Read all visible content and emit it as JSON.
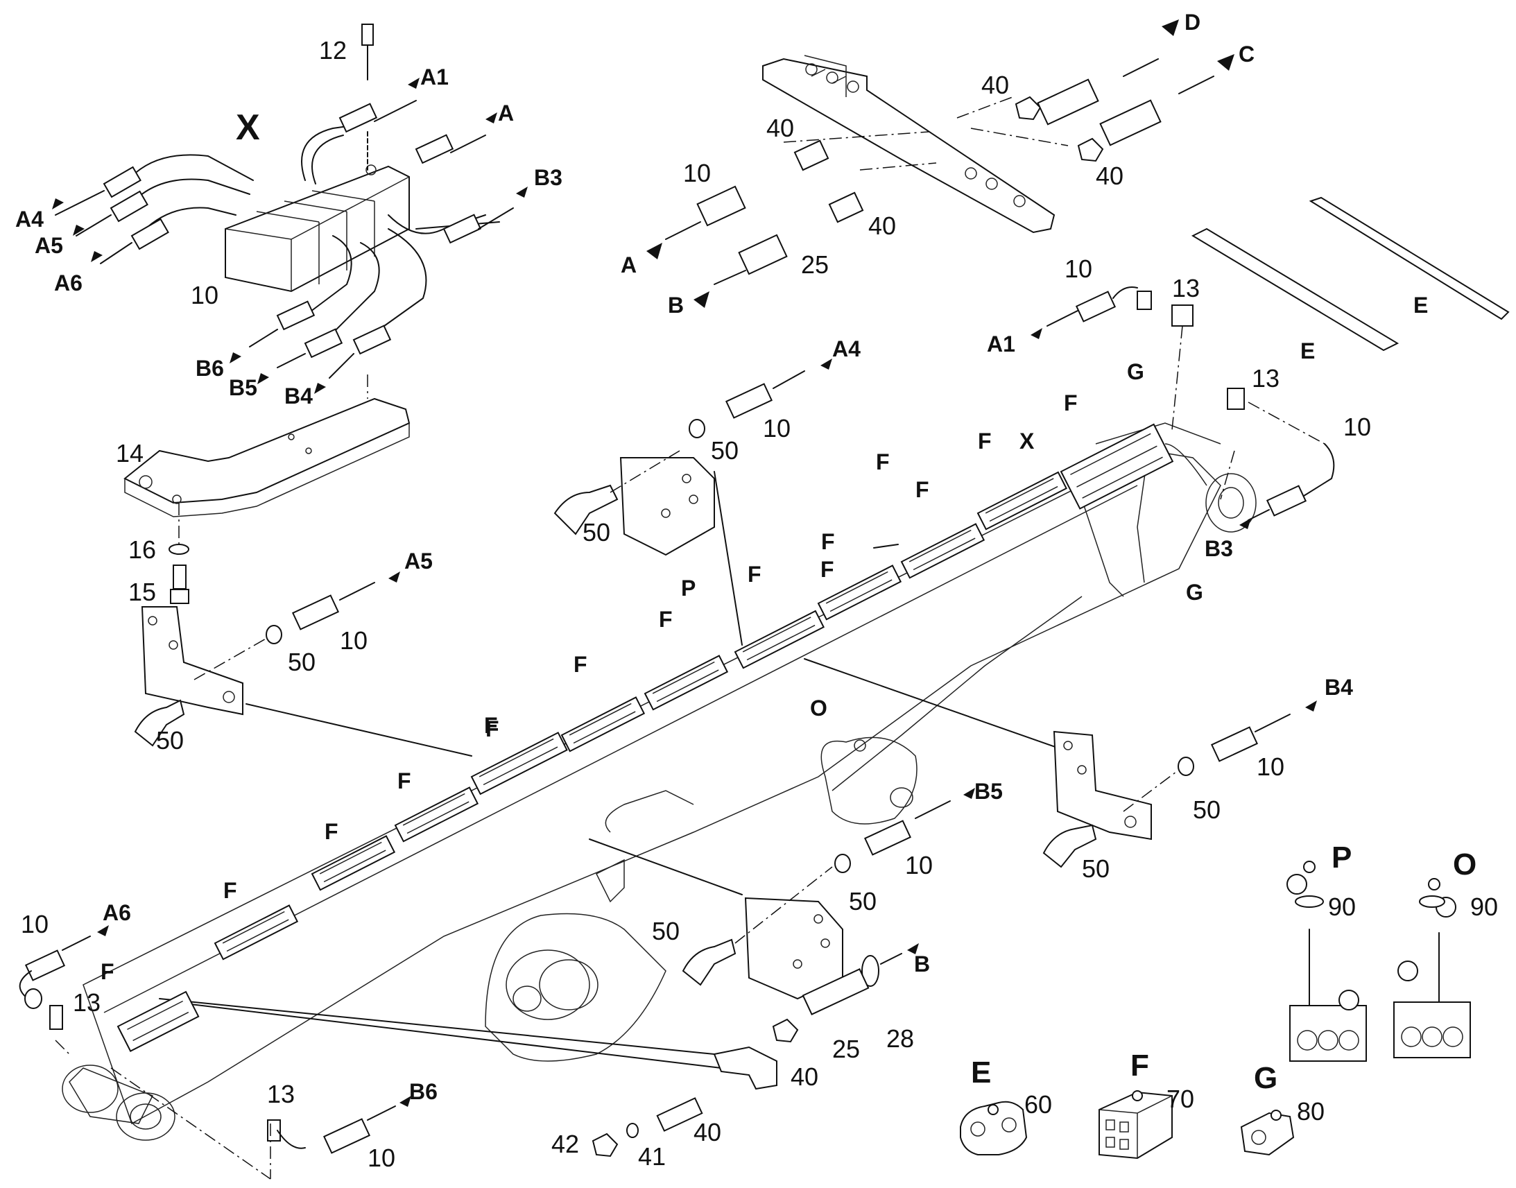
{
  "labels": {
    "X_title": "X",
    "n12": "12",
    "A1_top": "A1",
    "A_top": "A",
    "B3_top": "B3",
    "A4_left": "A4",
    "A5_left": "A5",
    "A6_left": "A6",
    "n10_block": "10",
    "B6_mid": "B6",
    "B5_mid": "B5",
    "B4_mid": "B4",
    "n14": "14",
    "n16": "16",
    "n15": "15",
    "D_arrow": "D",
    "C_arrow": "C",
    "n40_a": "40",
    "n40_b": "40",
    "n40_c": "40",
    "n40_d": "40",
    "n10_a": "10",
    "A_arrow": "A",
    "B_arrow": "B",
    "n25_a": "25",
    "E_1": "E",
    "E_2": "E",
    "n10_a1": "10",
    "n13_a1": "13",
    "A1_r": "A1",
    "A4_mid": "A4",
    "n10_a4": "10",
    "n50_a4a": "50",
    "n50_a4b": "50",
    "G_1": "G",
    "G_2": "G",
    "n13_b3": "13",
    "n10_b3": "10",
    "B3_r": "B3",
    "X_boom": "X",
    "A5_mid": "A5",
    "n10_a5": "10",
    "n50_a5a": "50",
    "n50_a5b": "50",
    "P_boom": "P",
    "O_boom": "O",
    "B4_r": "B4",
    "n10_b4": "10",
    "n50_b4a": "50",
    "n50_b4b": "50",
    "B5_r": "B5",
    "n10_b5": "10",
    "n50_b5a": "50",
    "n50_b5b": "50",
    "P_detail": "P",
    "n90_p": "90",
    "O_detail": "O",
    "n90_o": "90",
    "n10_a6": "10",
    "A6_bl": "A6",
    "n13_a6": "13",
    "B_low": "B",
    "n28": "28",
    "n25_b": "25",
    "n40_e": "40",
    "n40_f": "40",
    "n42": "42",
    "n41": "41",
    "n13_b6": "13",
    "B6_bl": "B6",
    "n10_b6": "10",
    "E_detail": "E",
    "n60": "60",
    "F_detail": "F",
    "n70": "70",
    "G_detail": "G",
    "n80": "80",
    "F_labels": [
      "F",
      "F",
      "F",
      "F",
      "F",
      "F",
      "F",
      "F",
      "F",
      "F",
      "F",
      "F",
      "F",
      "F",
      "F"
    ]
  }
}
